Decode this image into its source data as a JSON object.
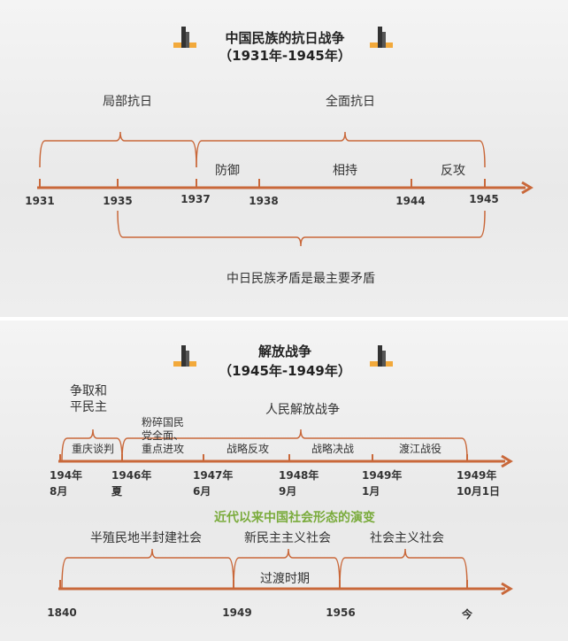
{
  "colors": {
    "line": "#c9683a",
    "green": "#7aab3c"
  },
  "panel1": {
    "title": "中国民族的抗日战争",
    "subtitle": "（1931年-1945年）",
    "phase_labels": [
      "局部抗日",
      "全面抗日"
    ],
    "stage_labels": [
      "防御",
      "相持",
      "反攻"
    ],
    "years": [
      "1931",
      "1935",
      "1937",
      "1938",
      "1944",
      "1945"
    ],
    "bottom_label": "中日民族矛盾是最主要矛盾"
  },
  "panel2": {
    "title": "解放战争",
    "subtitle": "（1945年-1949年）",
    "top_left_label": "争取和平民主",
    "top_label": "人民解放战争",
    "segments": [
      "重庆谈判",
      "粉碎国民党全面、重点进攻",
      "战略反攻",
      "战略决战",
      "渡江战役"
    ],
    "dates": [
      [
        "194年",
        "8月"
      ],
      [
        "1946年",
        "夏"
      ],
      [
        "1947年",
        "6月"
      ],
      [
        "1948年",
        "9月"
      ],
      [
        "1949年",
        "1月"
      ],
      [
        "1949年",
        "10月1日"
      ]
    ],
    "section_title": "近代以来中国社会形态的演变",
    "societies": [
      "半殖民地半封建社会",
      "新民主主义社会",
      "社会主义社会"
    ],
    "transition": "过渡时期",
    "years": [
      "1840",
      "1949",
      "1956",
      "今"
    ]
  },
  "icon": "bar-building-icon"
}
